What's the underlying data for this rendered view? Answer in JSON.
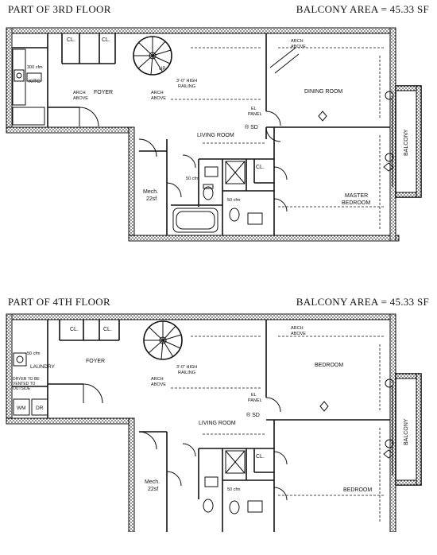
{
  "plan3": {
    "title": "PART OF 3RD FLOOR",
    "balcony_area": "BALCONY AREA = 45.33 SF",
    "labels": {
      "cl1": "CL.",
      "cl2": "CL.",
      "cl3": "CL.",
      "kitchen_fan": "300 cfm",
      "kitchen": "KITC",
      "foyer": "FOYER",
      "arch_above1": "ARCH",
      "arch_above1b": "ABOVE",
      "arch_above2": "ARCH",
      "arch_above2b": "ABOVE",
      "arch_above3": "ARCH",
      "arch_above3b": "ABOVE",
      "railing": "3'-0\" HIGH",
      "railing_b": "RAILING",
      "up": "UP",
      "dining": "DINING ROOM",
      "el_panel": "EL",
      "el_panel_b": "PANEL",
      "sd": "® SD",
      "living": "LIVING ROOM",
      "mech": "Mech.",
      "mech_size": "22sf",
      "fan1": "50 cfm",
      "fan2": "50 cfm",
      "master": "MASTER",
      "master_b": "BEDROOM",
      "balcony": "BALCONY"
    }
  },
  "plan4": {
    "title": "PART OF 4TH FLOOR",
    "balcony_area": "BALCONY AREA = 45.33 SF",
    "labels": {
      "cl1": "CL.",
      "cl2": "CL.",
      "cl3": "CL.",
      "laundry_fan": "50 cfm",
      "laundry": "LAUNDRY",
      "dryer1": "DRYER TO BE",
      "dryer2": "VENTED TO",
      "dryer3": "OUTSIDE",
      "wm": "WM",
      "dr": "DR",
      "foyer": "FOYER",
      "arch_above1": "ARCH",
      "arch_above1b": "ABOVE",
      "arch_above2": "ARCH",
      "arch_above2b": "ABOVE",
      "railing": "3'-0\" HIGH",
      "railing_b": "RAILING",
      "bedroom1": "BEDROOM",
      "el_panel": "EL",
      "el_panel_b": "PANEL",
      "sd": "® SD",
      "living": "LIVING ROOM",
      "mech": "Mech.",
      "mech_size": "22sf",
      "fan1": "50 cfm",
      "bedroom2": "BEDROOM",
      "balcony": "BALCONY"
    }
  }
}
